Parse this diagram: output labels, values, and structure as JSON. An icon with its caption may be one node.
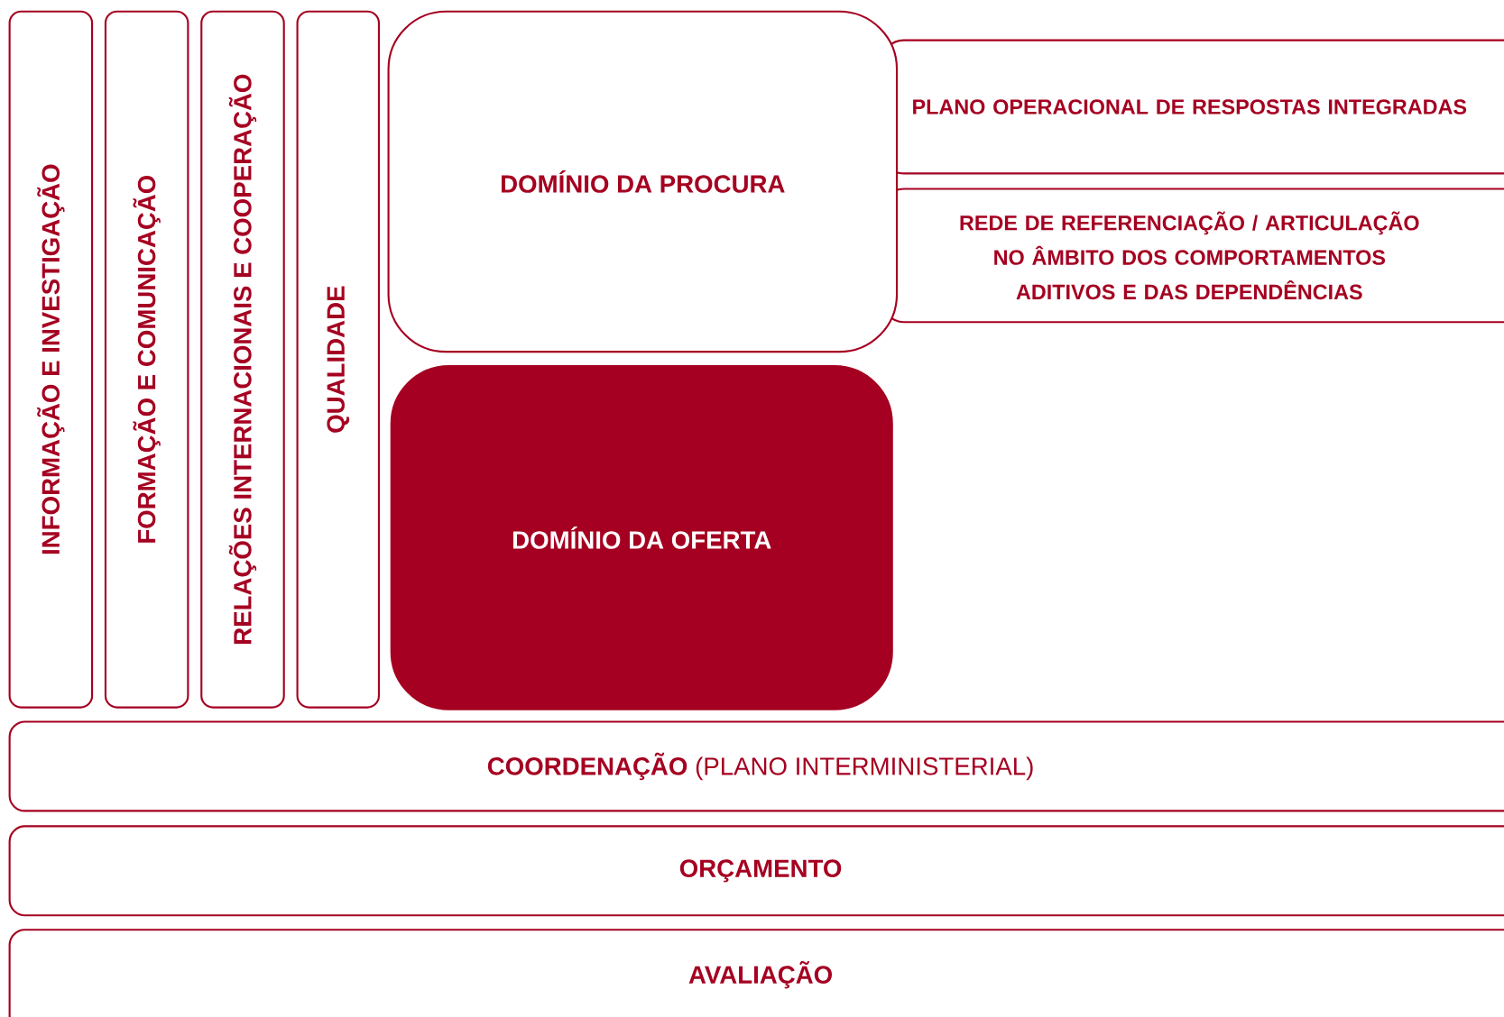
{
  "diagram": {
    "nodes": [
      {
        "text": [
          "INFORMAÇÃO E INVESTIGAÇÃO"
        ]
      },
      {
        "text": [
          "FORMAÇÃO E COMUNICAÇÃO"
        ]
      },
      {
        "text": [
          "RELAÇÕES INTERNACIONAIS E COOPERAÇÃO"
        ]
      },
      {
        "text": [
          "QUALIDADE"
        ]
      },
      {
        "text": [
          "DOMÍNIO DA PROCURA"
        ]
      },
      {
        "text": [
          "PLANO OPERACIONAL DE RESPOSTAS INTEGRADAS"
        ]
      },
      {
        "text": [
          "REDE DE REFERENCIAÇÃO / ARTICULAÇÃO NO ÂMBITO DOS COMPORTAMENTOS ADITIVOS E DAS DEPENDÊNCIAS"
        ]
      },
      {
        "text": [
          "DOMÍNIO DA OFERTA"
        ]
      },
      {
        "text": [
          "**COORDENAÇÃO** (PLANO INTERMINISTERIAL)"
        ]
      },
      {
        "text": [
          "ORÇAMENTO"
        ]
      },
      {
        "text": [
          "AVALIAÇÃO"
        ]
      }
    ]
  }
}
